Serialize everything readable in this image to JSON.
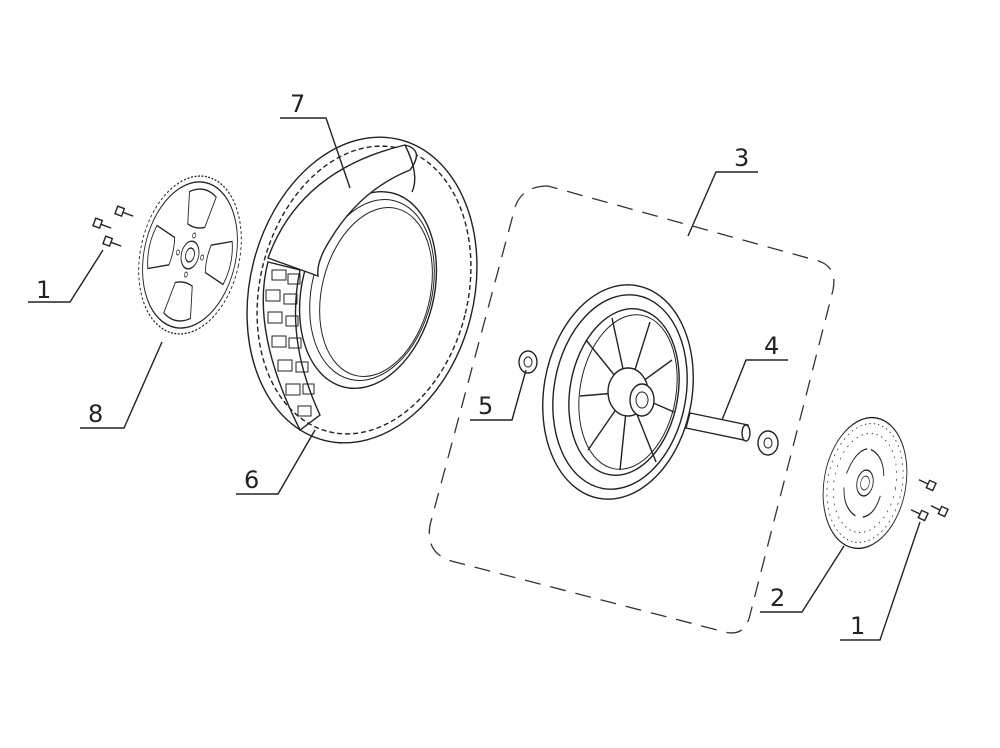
{
  "diagram": {
    "type": "exploded-parts-view",
    "callouts": [
      {
        "id": "c1a",
        "label": "1"
      },
      {
        "id": "c8",
        "label": "8"
      },
      {
        "id": "c7",
        "label": "7"
      },
      {
        "id": "c6",
        "label": "6"
      },
      {
        "id": "c3",
        "label": "3"
      },
      {
        "id": "c5",
        "label": "5"
      },
      {
        "id": "c4",
        "label": "4"
      },
      {
        "id": "c2",
        "label": "2"
      },
      {
        "id": "c1b",
        "label": "1"
      }
    ],
    "parts": [
      {
        "number": "1",
        "icon": "bolt-icon"
      },
      {
        "number": "2",
        "icon": "brake-disc-icon"
      },
      {
        "number": "3",
        "icon": "wheel-rim-assembly-icon"
      },
      {
        "number": "4",
        "icon": "axle-icon"
      },
      {
        "number": "5",
        "icon": "bearing-icon"
      },
      {
        "number": "6",
        "icon": "tire-icon"
      },
      {
        "number": "7",
        "icon": "inner-tube-icon"
      },
      {
        "number": "8",
        "icon": "sprocket-icon"
      }
    ],
    "colors": {
      "line": "#222222",
      "background": "#ffffff"
    }
  }
}
